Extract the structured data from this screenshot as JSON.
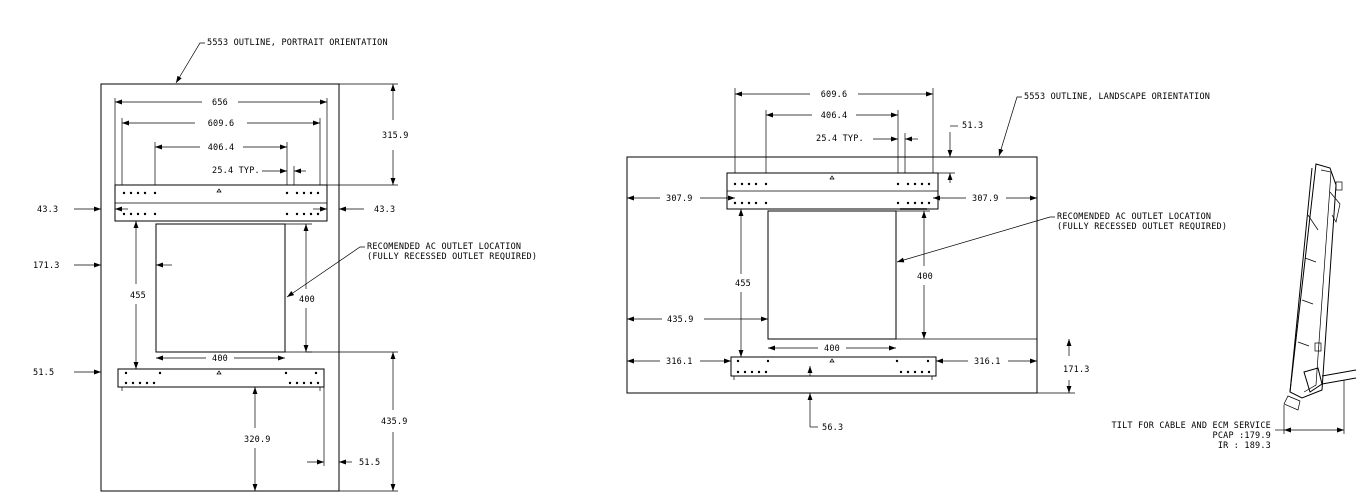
{
  "portrait": {
    "callout": "5553 OUTLINE, PORTRAIT ORIENTATION",
    "dims": {
      "w656": "656",
      "w609": "609.6",
      "w406": "406.4",
      "typ": "25.4 TYP.",
      "h315": "315.9",
      "l43": "43.3",
      "r43": "43.3",
      "l171": "171.3",
      "v455": "455",
      "v400": "400",
      "h400": "400",
      "l51": "51.5",
      "v320": "320.9",
      "r51": "51.5",
      "h435": "435.9"
    },
    "outlet_line1": "RECOMENDED AC OUTLET LOCATION",
    "outlet_line2": "(FULLY RECESSED OUTLET REQUIRED)"
  },
  "landscape": {
    "callout": "5553 OUTLINE, LANDSCAPE ORIENTATION",
    "dims": {
      "w609": "609.6",
      "w406": "406.4",
      "typ": "25.4 TYP.",
      "v51": "51.3",
      "l307": "307.9",
      "r307": "307.9",
      "v455": "455",
      "v400": "400",
      "l435": "435.9",
      "h400": "400",
      "l316": "316.1",
      "r316": "316.1",
      "v171": "171.3",
      "v56": "56.3"
    },
    "outlet_line1": "RECOMENDED AC OUTLET LOCATION",
    "outlet_line2": "(FULLY RECESSED OUTLET REQUIRED)"
  },
  "side": {
    "line1": "TILT FOR CABLE AND ECM SERVICE",
    "line2": "PCAP :179.9",
    "line3": "IR : 189.3"
  }
}
